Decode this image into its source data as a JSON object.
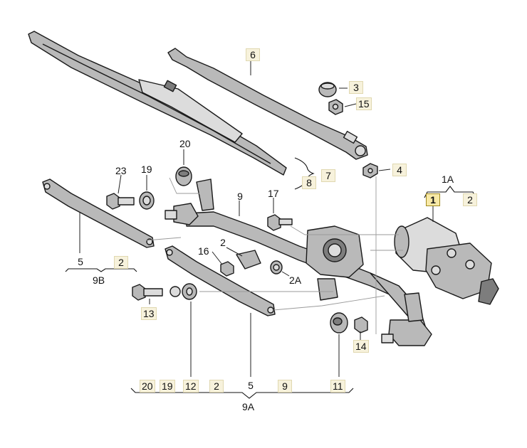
{
  "labels": {
    "l1": "1",
    "l1A": "1A",
    "l2_motor": "2",
    "l2_mid": "2",
    "l2A": "2A",
    "l3": "3",
    "l4": "4",
    "l6": "6",
    "l8": "8",
    "l7": "7",
    "l9": "9",
    "l15": "15",
    "l16": "16",
    "l17": "17",
    "l19": "19",
    "l20": "20",
    "l23": "23",
    "l5_left": "5",
    "l2_left": "2",
    "l9B": "9B",
    "l13": "13",
    "l14": "14",
    "b20": "20",
    "b19": "19",
    "b12": "12",
    "b2": "2",
    "b5": "5",
    "b9": "9",
    "b11": "11",
    "l9A": "9A"
  },
  "highlight_color": "#f8e9a6",
  "label_bg_color": "#f7f2dc"
}
